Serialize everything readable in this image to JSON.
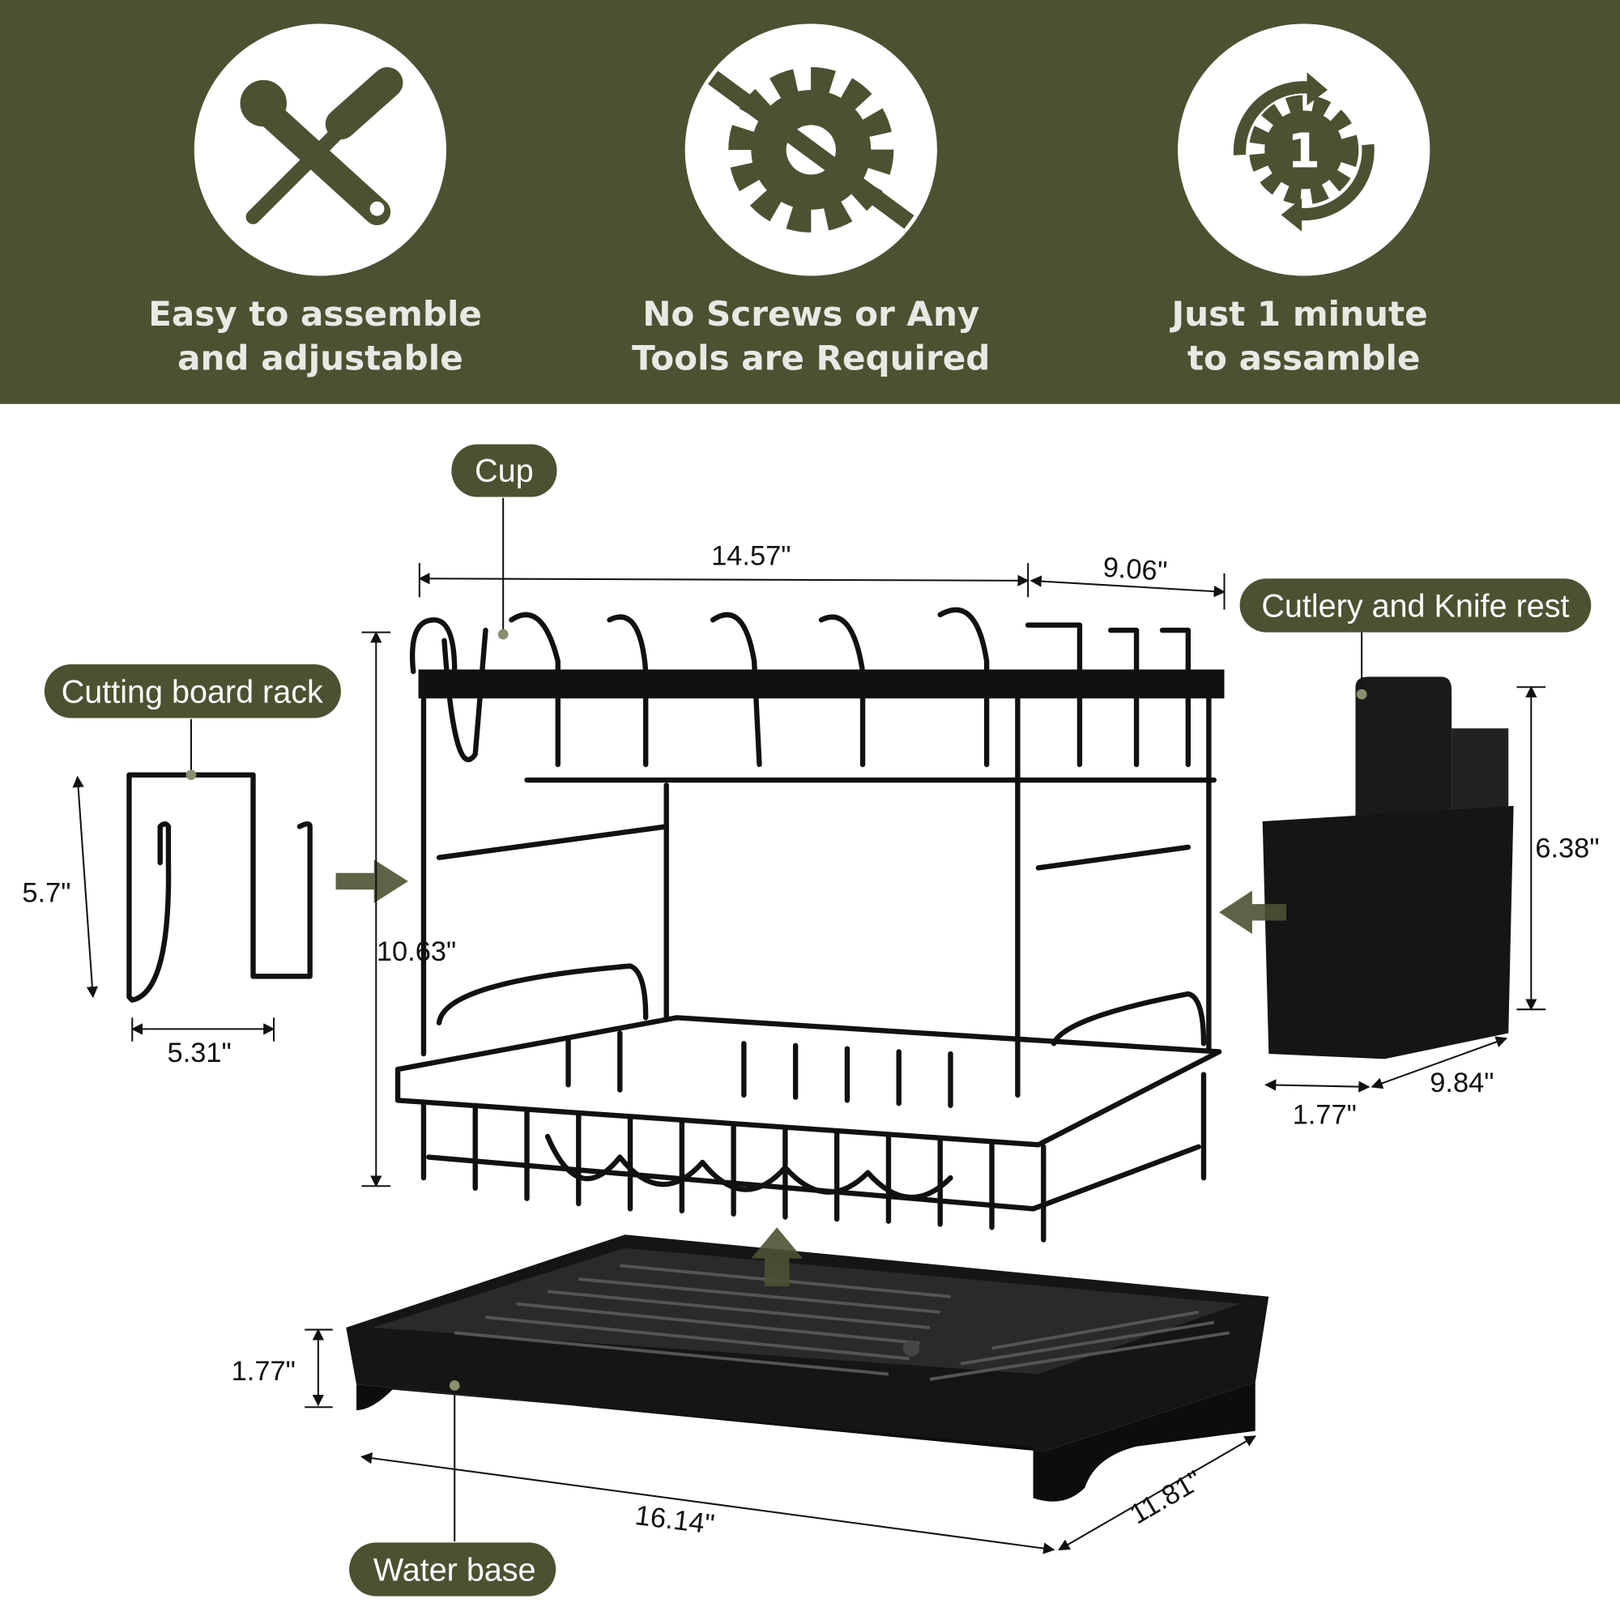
{
  "colors": {
    "banner": "#4a5232",
    "pill": "#4a5232",
    "product": "#111111"
  },
  "features": [
    {
      "icon": "wrench-screwdriver-icon",
      "line1": "Easy to assemble",
      "line2": "and adjustable"
    },
    {
      "icon": "no-gear-icon",
      "line1": "No Screws or Any",
      "line2": "Tools are Required"
    },
    {
      "icon": "one-minute-cycle-icon",
      "line1": "Just 1 minute",
      "line2": "to assamble"
    }
  ],
  "parts": {
    "cup": "Cup",
    "cutting_board_rack": "Cutting board rack",
    "cutlery": "Cutlery and Knife rest",
    "water_base": "Water base"
  },
  "dimensions": {
    "rack_width": "14.57\"",
    "rack_depth": "9.06\"",
    "rack_height": "10.63\"",
    "board_height": "5.7\"",
    "board_width": "5.31\"",
    "cutlery_height": "6.38\"",
    "cutlery_depth": "9.84\"",
    "cutlery_width": "1.77\"",
    "base_height": "1.77\"",
    "base_width": "16.14\"",
    "base_depth": "11.81\""
  }
}
